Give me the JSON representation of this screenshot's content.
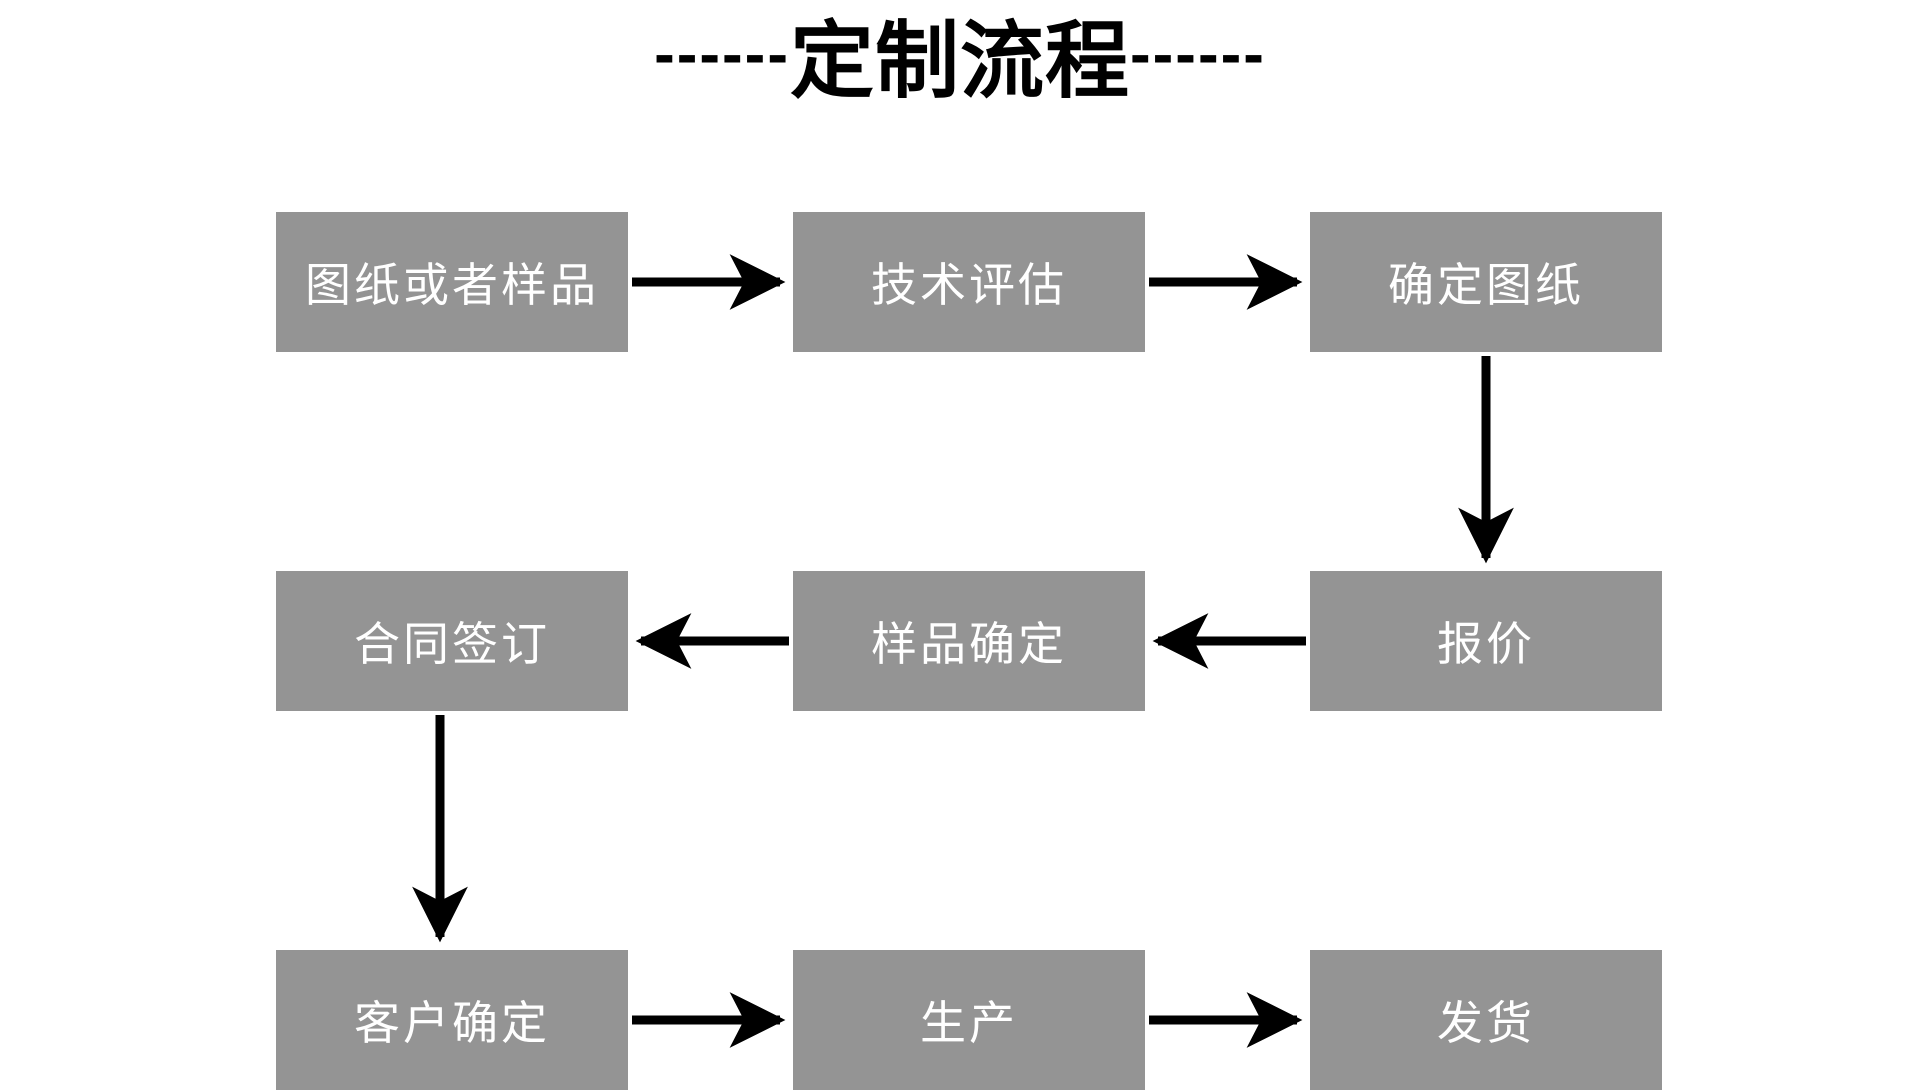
{
  "page": {
    "background_color": "#ffffff",
    "node_fill_color": "#949494",
    "node_text_color": "#ffffff",
    "arrow_color": "#000000"
  },
  "title": {
    "left_dashes": "------",
    "text": "定制流程",
    "right_dashes": "------"
  },
  "chart_data": {
    "type": "diagram",
    "title": "定制流程",
    "nodes": [
      {
        "id": "n1",
        "label": "图纸或者样品",
        "row": 1,
        "col": 1
      },
      {
        "id": "n2",
        "label": "技术评估",
        "row": 1,
        "col": 2
      },
      {
        "id": "n3",
        "label": "确定图纸",
        "row": 1,
        "col": 3
      },
      {
        "id": "n4",
        "label": "合同签订",
        "row": 2,
        "col": 1
      },
      {
        "id": "n5",
        "label": "样品确定",
        "row": 2,
        "col": 2
      },
      {
        "id": "n6",
        "label": "报价",
        "row": 2,
        "col": 3
      },
      {
        "id": "n7",
        "label": "客户确定",
        "row": 3,
        "col": 1
      },
      {
        "id": "n8",
        "label": "生产",
        "row": 3,
        "col": 2
      },
      {
        "id": "n9",
        "label": "发货",
        "row": 3,
        "col": 3
      }
    ],
    "edges": [
      {
        "from": "n1",
        "to": "n2",
        "direction": "right"
      },
      {
        "from": "n2",
        "to": "n3",
        "direction": "right"
      },
      {
        "from": "n3",
        "to": "n6",
        "direction": "down"
      },
      {
        "from": "n6",
        "to": "n5",
        "direction": "left"
      },
      {
        "from": "n5",
        "to": "n4",
        "direction": "left"
      },
      {
        "from": "n4",
        "to": "n7",
        "direction": "down"
      },
      {
        "from": "n7",
        "to": "n8",
        "direction": "right"
      },
      {
        "from": "n8",
        "to": "n9",
        "direction": "right"
      }
    ]
  }
}
